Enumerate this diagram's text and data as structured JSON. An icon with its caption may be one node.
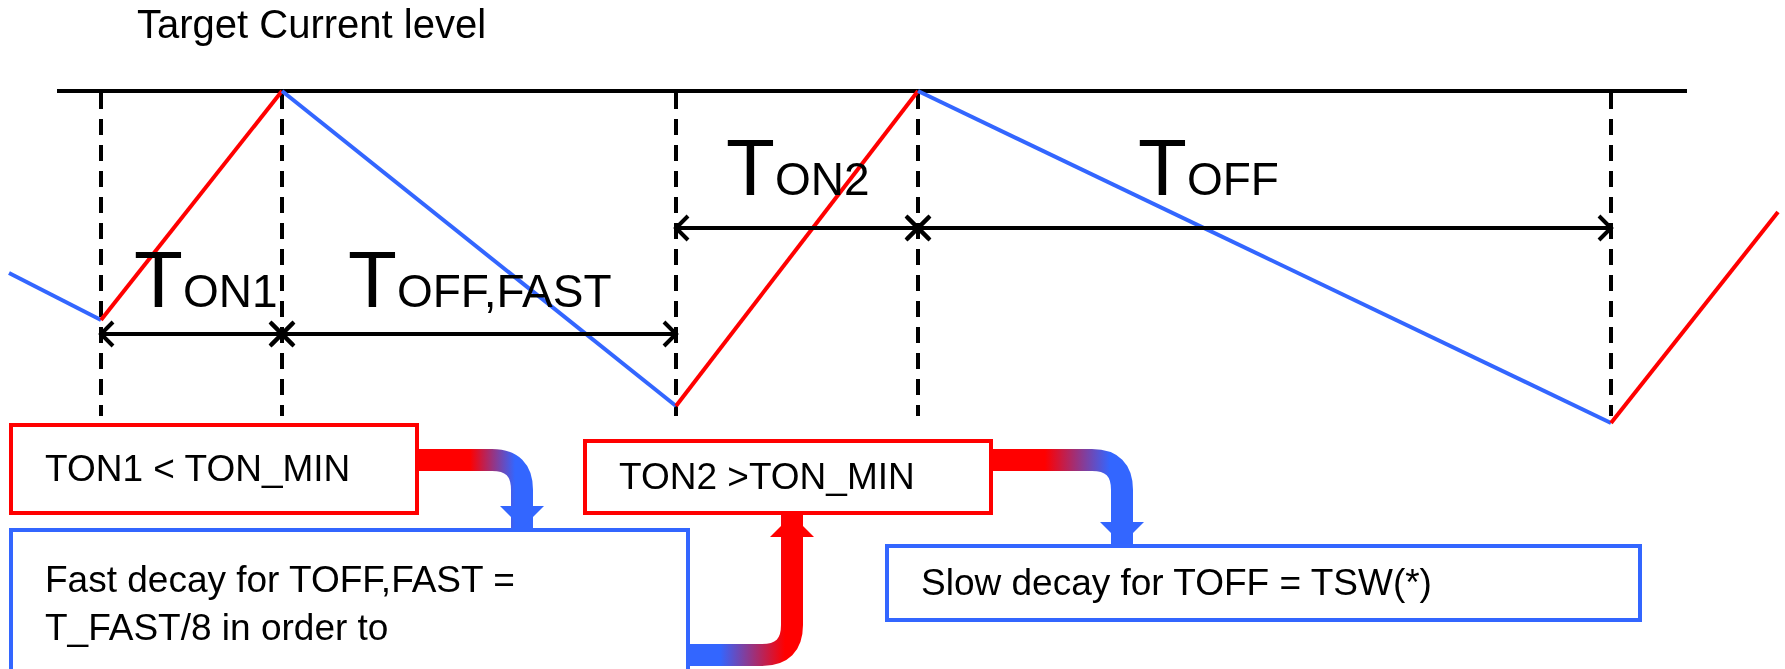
{
  "diagram": {
    "nodes": [
      {
        "text": [
          "TON1 < TON_MIN"
        ]
      },
      {
        "text": [
          "TON2 >TON_MIN"
        ]
      },
      {
        "text": [
          "Fast decay for TOFF,FAST = T_FAST/8 in order to"
        ]
      },
      {
        "text": [
          "Slow decay for TOFF = TSW(*)"
        ]
      }
    ],
    "edges": [
      {
        "from": 0,
        "to": 2,
        "arrow": "to",
        "style": "thick"
      },
      {
        "from": 2,
        "to": 1,
        "arrow": "to",
        "style": "thick"
      },
      {
        "from": 1,
        "to": 3,
        "arrow": "to",
        "style": "thick"
      }
    ],
    "labels": [
      "Target Current level",
      "TON2",
      "TOFF",
      "TON1",
      "TOFF,FAST"
    ]
  }
}
